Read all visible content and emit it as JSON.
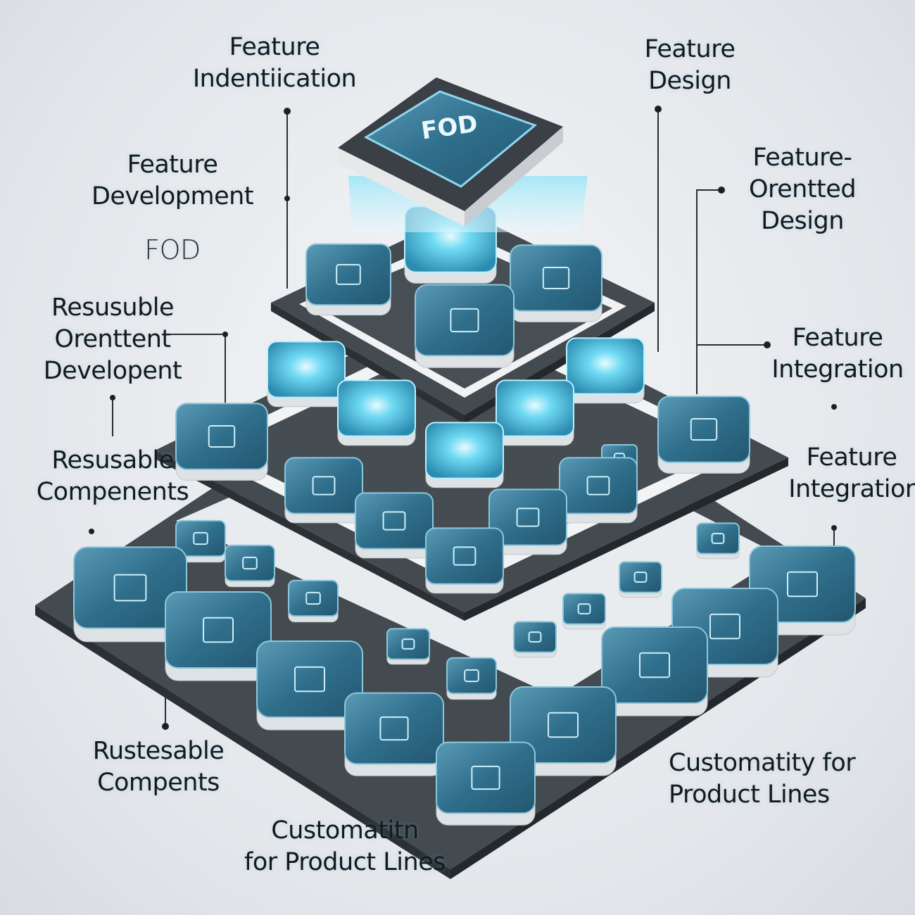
{
  "diagram": {
    "top_block_label": "FOD",
    "labels": {
      "feature_identification": [
        "Feature",
        "Indentiication"
      ],
      "feature_development": [
        "Feature",
        "Development"
      ],
      "fod": "FOD",
      "reusable_oriented_development": [
        "Resusuble",
        "Orenttent",
        "Developent"
      ],
      "reusable_components_1": [
        "Resusable",
        "Compenents"
      ],
      "reusable_components_2": [
        "Rustesable",
        "Compents"
      ],
      "customizability_left": [
        "Customatitn",
        "for Product Lines"
      ],
      "feature_design": [
        "Feature",
        "Design"
      ],
      "feature_oriented_design": [
        "Feature-",
        "Orentted",
        "Design"
      ],
      "feature_integration_1": [
        "Feature",
        "Integration"
      ],
      "feature_integration_2": [
        "Feature",
        "Integratior"
      ],
      "customizability_right": [
        "Customatity for",
        "Product Lines"
      ]
    },
    "colors": {
      "platform": "#3f464c",
      "tile_top": "#2f6f8c",
      "tile_glow": "#5fd3f0",
      "tile_base": "#eceeef",
      "line": "#2a2e33"
    }
  }
}
